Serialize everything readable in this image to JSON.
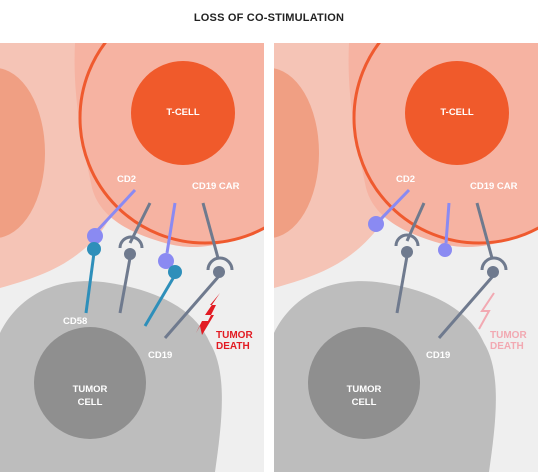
{
  "title": "LOSS OF CO-STIMULATION",
  "colors": {
    "background": "#efefef",
    "tcell_outer": "#f6b3a2",
    "tcell_membrane": "#ef5a2f",
    "tcell_nucleus": "#f05a2b",
    "tumor_cell": "#bdbdbd",
    "tumor_nucleus": "#8f8f8f",
    "cd2_ligand": "#8a8af2",
    "cd58_ligand": "#2e8fba",
    "car_receptor": "#6f7a8e",
    "death_active": "#e21b23",
    "death_faded": "#f2a9b2"
  },
  "panels": [
    {
      "tcell": "T-CELL",
      "tumor": [
        "TUMOR",
        "CELL"
      ],
      "cd2": "CD2",
      "cd19car": "CD19 CAR",
      "cd58": "CD58",
      "cd19": "CD19",
      "death": [
        "TUMOR",
        "DEATH"
      ],
      "death_state": "active"
    },
    {
      "tcell": "T-CELL",
      "tumor": [
        "TUMOR",
        "CELL"
      ],
      "cd2": "CD2",
      "cd19car": "CD19 CAR",
      "cd19": "CD19",
      "death": [
        "TUMOR",
        "DEATH"
      ],
      "death_state": "faded"
    }
  ]
}
